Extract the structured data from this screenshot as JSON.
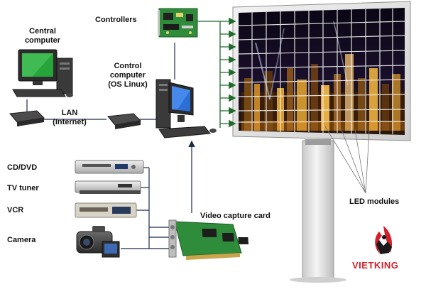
{
  "labels": {
    "controllers": "Controllers",
    "central_computer": [
      "Central",
      "computer"
    ],
    "control_computer": [
      "Control",
      "computer",
      "(OS Linux)"
    ],
    "lan": [
      "LAN",
      "(Internet)"
    ],
    "cd_dvd": "CD/DVD",
    "tv_tuner": "TV tuner",
    "vcr": "VCR",
    "camera": "Camera",
    "video_capture_card": "Video capture card",
    "led_modules": "LED modules"
  },
  "brand": {
    "name": "VIETKING",
    "color": "#d4202a"
  },
  "colors": {
    "connector_line": "#1a2a4a",
    "arrow": "#1f6b2a",
    "screen_frame": "#e8e8e8",
    "pole": "#dcdcdc",
    "pcb": "#2f8c3a",
    "monitor_screen": "#25a53a"
  },
  "icons": [
    "central-computer-icon",
    "modem-icon",
    "control-computer-icon",
    "controller-board-icon",
    "dvd-player-icon",
    "tv-tuner-icon",
    "vcr-icon",
    "camcorder-icon",
    "video-capture-card-icon",
    "led-billboard-icon",
    "vietking-logo-icon"
  ]
}
